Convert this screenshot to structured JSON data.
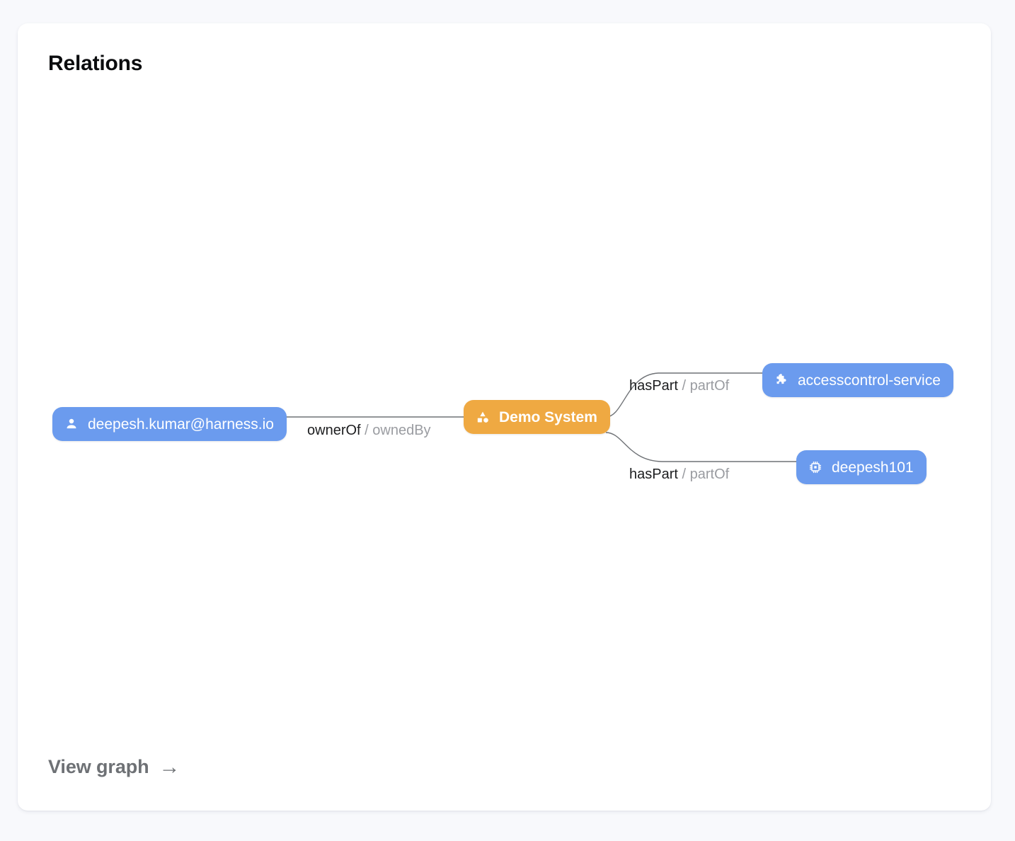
{
  "card": {
    "title": "Relations",
    "footer_link": {
      "label": "View graph",
      "arrow": "→",
      "icon_name": "arrow-right-icon"
    }
  },
  "graph": {
    "nodes": [
      {
        "id": "user",
        "label": "deepesh.kumar@harness.io",
        "kind": "user",
        "icon": "person-icon",
        "color": "#6b9bee",
        "text_color": "#ffffff",
        "bold": false
      },
      {
        "id": "system",
        "label": "Demo System",
        "kind": "system",
        "icon": "category-shapes-icon",
        "color": "#efa942",
        "text_color": "#ffffff",
        "bold": true
      },
      {
        "id": "accesscontrol",
        "label": "accesscontrol-service",
        "kind": "component",
        "icon": "puzzle-piece-icon",
        "color": "#6b9bee",
        "text_color": "#ffffff",
        "bold": false
      },
      {
        "id": "deepesh101",
        "label": "deepesh101",
        "kind": "resource",
        "icon": "memory-chip-icon",
        "color": "#6b9bee",
        "text_color": "#ffffff",
        "bold": false
      }
    ],
    "edges": [
      {
        "id": "edge-owner",
        "from": "user",
        "to": "system",
        "forward": "ownerOf",
        "separator": "/",
        "inverse": "ownedBy"
      },
      {
        "id": "edge-haspart-accesscontrol",
        "from": "system",
        "to": "accesscontrol",
        "forward": "hasPart",
        "separator": "/",
        "inverse": "partOf"
      },
      {
        "id": "edge-haspart-deepesh101",
        "from": "system",
        "to": "deepesh101",
        "forward": "hasPart",
        "separator": "/",
        "inverse": "partOf"
      }
    ],
    "edge_color": "#6f7276",
    "background": "#ffffff"
  }
}
